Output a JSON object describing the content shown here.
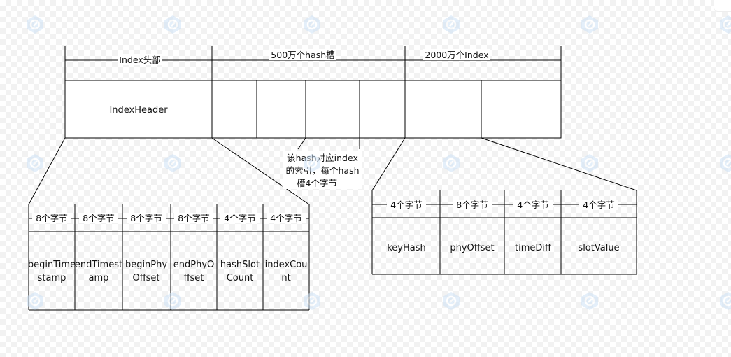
{
  "top_labels": {
    "index_header_section": "Index头部",
    "hash_slots_section": "500万个hash槽",
    "index_section": "2000万个Index"
  },
  "index_header_cell": "IndexHeader",
  "annotation": [
    "该hash对应index",
    "的索引，每个hash",
    "槽4个字节"
  ],
  "header_detail": {
    "sizes": [
      "8个字节",
      "8个字节",
      "8个字节",
      "8个字节",
      "4个字节",
      "4个字节"
    ],
    "fields": [
      [
        "beginTime",
        "stamp"
      ],
      [
        "endTimest",
        "amp"
      ],
      [
        "beginPhy",
        "Offset"
      ],
      [
        "endPhyO",
        "ffset"
      ],
      [
        "hashSlot",
        "Count"
      ],
      [
        "indexCou",
        "nt"
      ]
    ]
  },
  "index_detail": {
    "sizes": [
      "4个字节",
      "8个字节",
      "4个字节",
      "4个字节"
    ],
    "fields": [
      "keyHash",
      "phyOffset",
      "timeDiff",
      "slotValue"
    ]
  },
  "colors": {
    "line": "#000000",
    "watermark": "#cfe3f6"
  }
}
